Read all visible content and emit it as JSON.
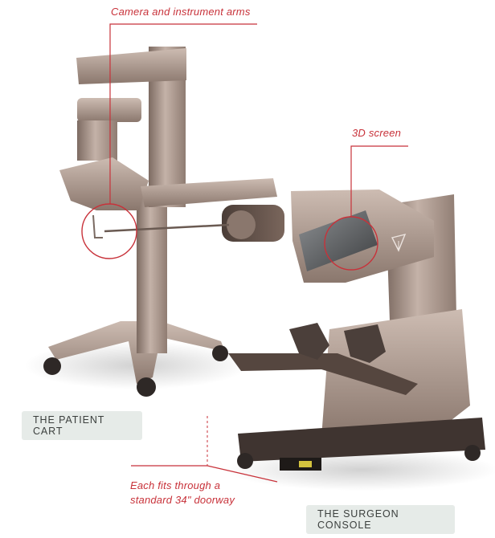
{
  "labels": {
    "arms_callout": "Camera and instrument arms",
    "screen_callout": "3D screen",
    "doorway_line1": "Each fits through a",
    "doorway_line2": "standard 34\" doorway",
    "patient_cart": "THE PATIENT CART",
    "surgeon_console": "THE SURGEON CONSOLE"
  },
  "colors": {
    "accent": "#c8323a",
    "machine_body": "#a8948a",
    "machine_dark": "#6e5c54",
    "badge_bg": "#e6ebe8"
  },
  "icons": {
    "console_logo": "triangle-logo-icon"
  }
}
